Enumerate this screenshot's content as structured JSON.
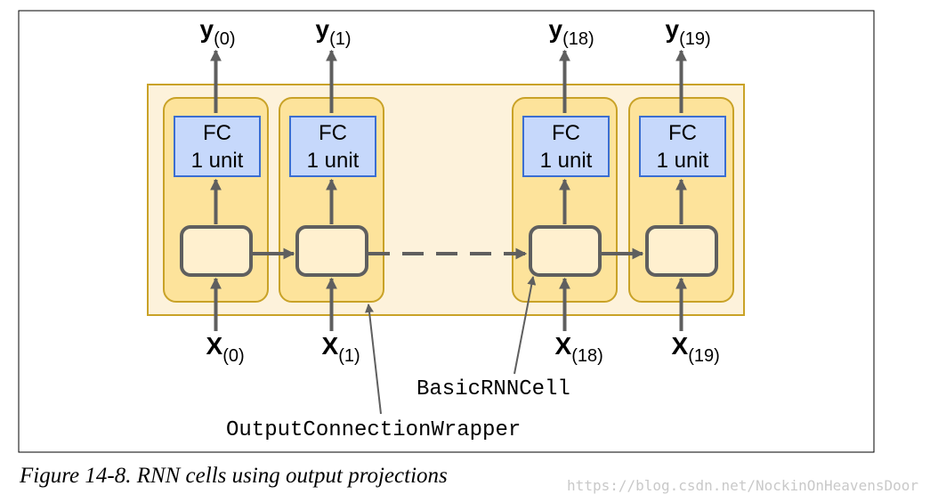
{
  "diagram": {
    "cells": [
      {
        "id": "t0",
        "fc_label": "FC",
        "fc_sub": "1 unit",
        "y_sym": "y",
        "y_idx": "(0)",
        "x_sym": "X",
        "x_idx": "(0)"
      },
      {
        "id": "t1",
        "fc_label": "FC",
        "fc_sub": "1 unit",
        "y_sym": "y",
        "y_idx": "(1)",
        "x_sym": "X",
        "x_idx": "(1)"
      },
      {
        "id": "t18",
        "fc_label": "FC",
        "fc_sub": "1 unit",
        "y_sym": "y",
        "y_idx": "(18)",
        "x_sym": "X",
        "x_idx": "(18)"
      },
      {
        "id": "t19",
        "fc_label": "FC",
        "fc_sub": "1 unit",
        "y_sym": "y",
        "y_idx": "(19)",
        "x_sym": "X",
        "x_idx": "(19)"
      }
    ],
    "callouts": {
      "basic_cell": "BasicRNNCell",
      "wrapper": "OutputConnectionWrapper"
    },
    "colors": {
      "outer_fill": "#fdf2db",
      "outer_stroke": "#c9a227",
      "cell_fill": "#fde39b",
      "cell_stroke": "#c9a227",
      "fc_fill": "#c6d8fb",
      "fc_stroke": "#3b6ed1",
      "rnn_fill": "#fff0cf",
      "line": "#5f5f5f",
      "text": "#000000"
    }
  },
  "caption": "Figure 14-8. RNN cells using output projections",
  "watermark": "https://blog.csdn.net/NockinOnHeavensDoor"
}
